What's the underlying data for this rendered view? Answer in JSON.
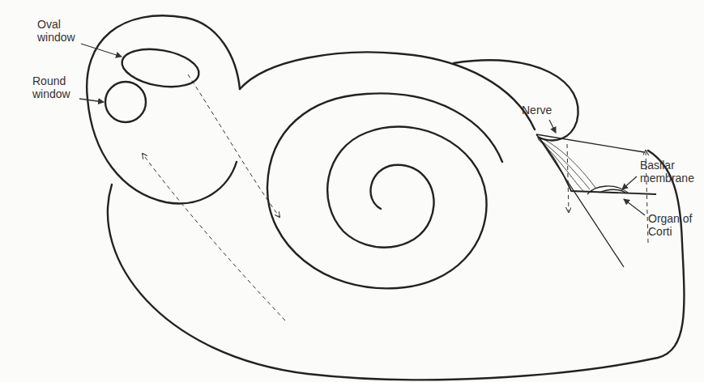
{
  "diagram": {
    "labels": [
      "Oval window",
      "Round window",
      "Nerve",
      "Basilar membrane",
      "Organ of Corti"
    ]
  }
}
